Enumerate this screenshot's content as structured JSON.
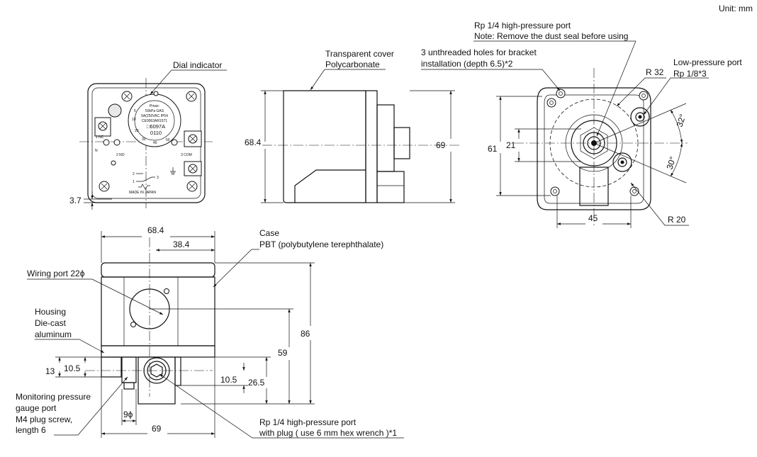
{
  "header": {
    "unit": "Unit: mm"
  },
  "front_view": {
    "dial_indicator": "Dial indicator",
    "dim_left": "3.7",
    "dial_texts": [
      "Pmax:",
      "50kPa GAS",
      "5A(250VAC IP54",
      "CE0063AR1571",
      "□6097A",
      "0110"
    ],
    "dial_scale": [
      "5",
      "10",
      "20",
      "30",
      "40",
      "50"
    ],
    "terminals": {
      "nc": "1 NC",
      "no": "2 NO",
      "com": "3 COM",
      "n": "N"
    },
    "schematic": {
      "t2": "2",
      "t1": "1",
      "t3": "3"
    },
    "made_in": "MADE IN JAPAN"
  },
  "side_view": {
    "transparent_cover": "Transparent cover",
    "polycarbonate": "Polycarbonate",
    "dim_height_left": "68.4",
    "dim_height_right": "69"
  },
  "back_view": {
    "hp_port": "Rp 1/4 high-pressure port",
    "hp_note": "Note: Remove the dust seal before using",
    "holes_line1": "3 unthreaded holes for bracket",
    "holes_line2": "installation (depth 6.5)*2",
    "lp_port": "Low-pressure port",
    "lp_thread": "Rp 1/8*3",
    "r32": "R 32",
    "r20": "R 20",
    "dim_61": "61",
    "dim_21": "21",
    "dim_45": "45",
    "angle_32": "32°",
    "angle_30": "30°"
  },
  "bottom_view": {
    "dim_68_4": "68.4",
    "dim_38_4": "38.4",
    "case": "Case",
    "case_material": "PBT (polybutylene terephthalate)",
    "wiring_port": "Wiring port 22ϕ",
    "housing": "Housing",
    "housing_mat1": "Die-cast",
    "housing_mat2": "aluminum",
    "dim_86": "86",
    "dim_59": "59",
    "dim_13": "13",
    "dim_10_5_left": "10.5",
    "dim_10_5_right": "10.5",
    "dim_26_5": "26.5",
    "dim_9": "9ϕ",
    "dim_69": "69",
    "monitoring_1": "Monitoring pressure",
    "monitoring_2": "gauge port",
    "monitoring_3": "M4 plug screw,",
    "monitoring_4": "length 6",
    "hp_port_plug_1": "Rp 1/4 high-pressure port",
    "hp_port_plug_2": "with plug ( use 6 mm hex wrench )*1"
  }
}
